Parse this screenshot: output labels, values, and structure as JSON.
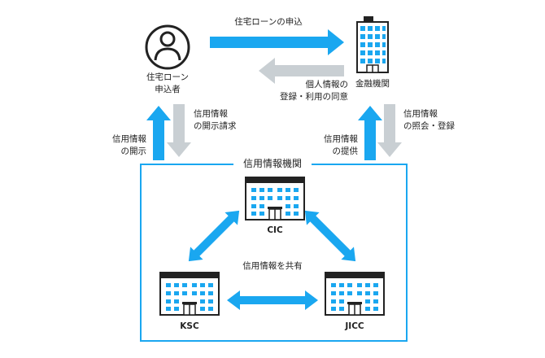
{
  "colors": {
    "blue": "#1aa7f0",
    "gray": "#c9cfd3",
    "frame": "#1aa7f0",
    "icon": "#222222"
  },
  "nodes": {
    "borrower": {
      "label": "住宅ローン\n申込者",
      "icon": "person-icon"
    },
    "bank": {
      "label": "金融機関",
      "icon": "office-building-icon"
    },
    "cic": {
      "label": "CIC",
      "icon": "building-icon"
    },
    "ksc": {
      "label": "KSC",
      "icon": "building-icon"
    },
    "jicc": {
      "label": "JICC",
      "icon": "building-icon"
    }
  },
  "frame_title": "信用情報機関",
  "edges": {
    "application": "住宅ローンの申込",
    "consent": "個人情報の\n登録・利用の同意",
    "disclosure_request": "信用情報\nの開示請求",
    "disclosure": "信用情報\nの開示",
    "inquiry_registration": "信用情報\nの照会・登録",
    "provision": "信用情報\nの提供",
    "sharing": "信用情報を共有"
  }
}
